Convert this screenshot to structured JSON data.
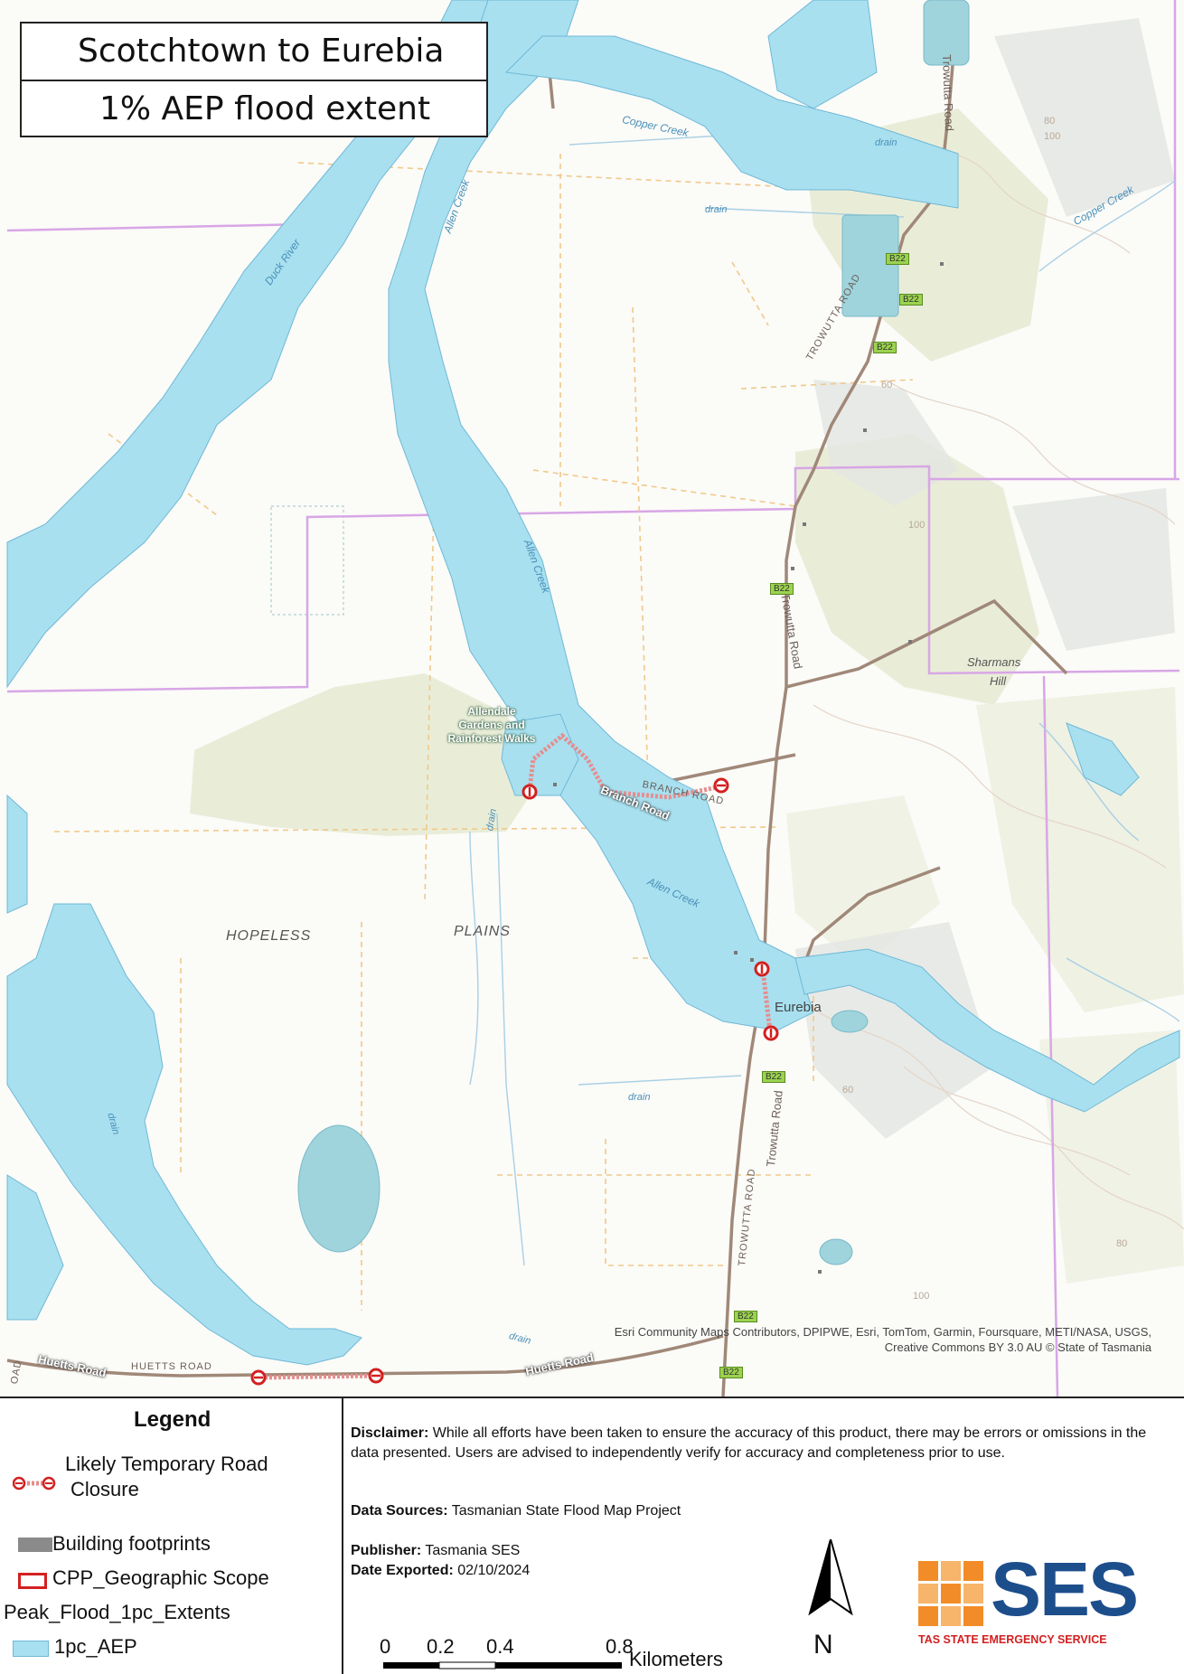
{
  "title": {
    "line1": "Scotchtown to Eurebia",
    "line2": "1% AEP flood extent"
  },
  "map_labels": {
    "roads": {
      "trowutta_road": "Trowutta Road",
      "trowutta_road_caps": "TROWUTTA ROAD",
      "branch_road": "Branch Road",
      "branch_road_caps": "BRANCH ROAD",
      "huetts_road": "Huetts Road",
      "huetts_road_caps": "HUETTS ROAD",
      "road_partial": "OAD",
      "route_shield": "B22"
    },
    "water": {
      "copper_creek": "Copper Creek",
      "allen_creek": "Allen Creek",
      "duck_river": "Duck River",
      "drain": "drain"
    },
    "places": {
      "hopeless": "HOPELESS",
      "plains": "PLAINS",
      "eurebia": "Eurebia",
      "sharmans": "Sharmans",
      "hill": "Hill",
      "allendale": "Allendale Gardens and Rainforest Walks"
    },
    "contours": [
      "80",
      "100",
      "60",
      "80",
      "100",
      "60",
      "100"
    ]
  },
  "attribution": {
    "line1": "Esri Community Maps Contributors, DPIPWE, Esri, TomTom, Garmin, Foursquare, METI/NASA, USGS,",
    "line2": "Creative Commons BY 3.0 AU © State of Tasmania"
  },
  "legend": {
    "title": "Legend",
    "closure_line1": "Likely Temporary Road",
    "closure_line2": "Closure",
    "buildings": "Building footprints",
    "scope": "CPP_Geographic Scope",
    "group": "Peak_Flood_1pc_Extents",
    "aep": "1pc_AEP"
  },
  "info": {
    "disclaimer_label": "Disclaimer:",
    "disclaimer_text": " While all efforts have been taken to ensure the accuracy of this product, there may be errors or omissions in the data presented. Users are advised to independently verify for accuracy and completeness prior to use.",
    "sources_label": "Data Sources:",
    "sources_text": " Tasmanian State Flood Map Project",
    "publisher_label": "Publisher:",
    "publisher_text": " Tasmania SES",
    "date_label": "Date Exported:",
    "date_text": " 02/10/2024"
  },
  "scale": {
    "ticks": [
      "0",
      "0.2",
      "0.4",
      "0.8"
    ],
    "unit": "Kilometers"
  },
  "north": "N",
  "logo": {
    "word": "SES",
    "tagline": "TAS STATE EMERGENCY SERVICE"
  },
  "colors": {
    "flood": "#a8e0f0",
    "flood_edge": "#6fb8d6",
    "water": "#9fd4dc",
    "vegetation": "#e8ecd6",
    "road": "#9a8676",
    "track": "#f0c98a",
    "scope": "#d8a6e6",
    "closure": "#d32020",
    "ses_orange": "#f28c28",
    "ses_blue": "#1d4e8c"
  }
}
